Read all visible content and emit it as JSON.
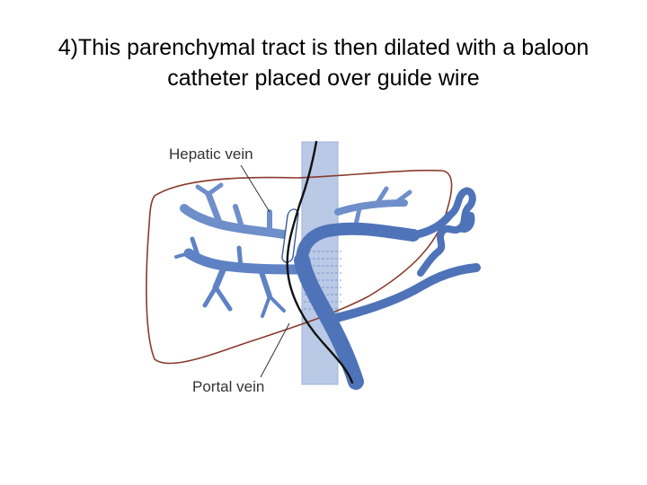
{
  "slide": {
    "title_line1": "4)This parenchymal tract is then dilated with a baloon",
    "title_line2": "catheter placed over guide wire"
  },
  "diagram": {
    "labels": {
      "hepatic_vein": "Hepatic vein",
      "portal_vein": "Portal vein"
    },
    "colors": {
      "vein_fill": "#6e8fca",
      "vein_stroke": "#3c5a9a",
      "vena_cava": "#b9c9e6",
      "liver_outline": "#8a3b2e",
      "balloon": "#ffffff",
      "guide_wire": "#111111"
    }
  }
}
